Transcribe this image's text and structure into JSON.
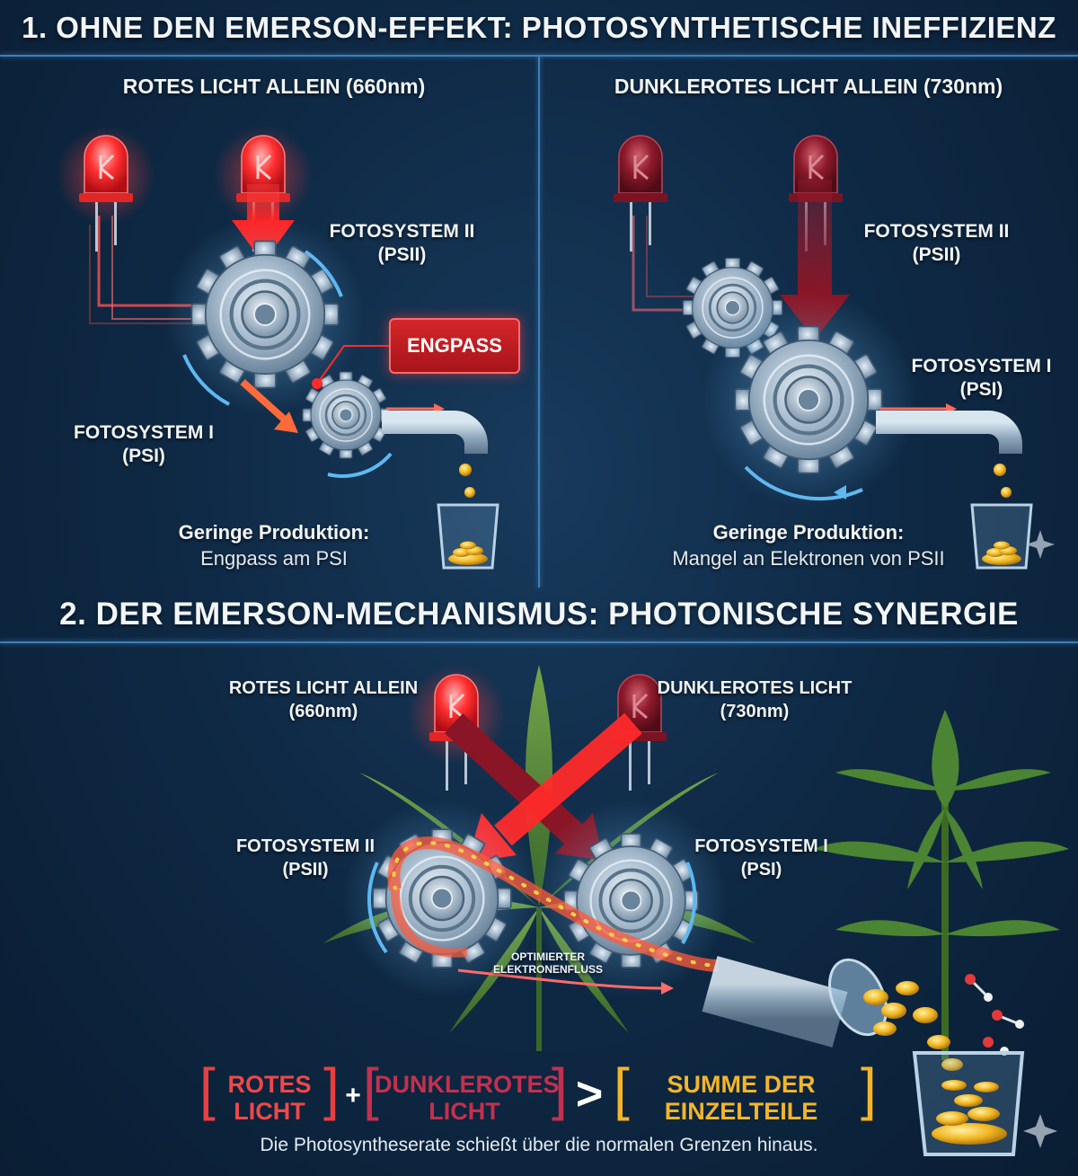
{
  "section1": {
    "title": "1. OHNE DEN EMERSON-EFFEKT: PHOTOSYNTHETISCHE INEFFIZIENZ",
    "left": {
      "title": "ROTES LICHT ALLEIN (660nm)",
      "psii_line1": "FOTOSYSTEM II",
      "psii_line2": "(PSII)",
      "psi_line1": "FOTOSYSTEM I",
      "psi_line2": "(PSI)",
      "badge": "ENGPASS",
      "caption_title": "Geringe Produktion:",
      "caption_sub": "Engpass am PSI"
    },
    "right": {
      "title": "DUNKLEROTES LICHT ALLEIN (730nm)",
      "psii_line1": "FOTOSYSTEM II",
      "psii_line2": "(PSII)",
      "psi_line1": "FOTOSYSTEM I",
      "psi_line2": "(PSI)",
      "caption_title": "Geringe Produktion:",
      "caption_sub": "Mangel an Elektronen von PSII"
    }
  },
  "section2": {
    "title": "2. DER EMERSON-MECHANISMUS: PHOTONISCHE SYNERGIE",
    "red_light_line1": "ROTES LICHT ALLEIN",
    "red_light_line2": "(660nm)",
    "farred_light_line1": "DUNKLEROTES LICHT",
    "farred_light_line2": "(730nm)",
    "psii_line1": "FOTOSYSTEM II",
    "psii_line2": "(PSII)",
    "psi_line1": "FOTOSYSTEM I",
    "psi_line2": "(PSI)",
    "flow_line1": "OPTIMIERTER",
    "flow_line2": "ELEKTRONENFLUSS",
    "equation": {
      "term1_line1": "ROTES",
      "term1_line2": "LICHT",
      "plus": "+",
      "term2_line1": "DUNKLEROTES",
      "term2_line2": "LICHT",
      "greater": ">",
      "result_line1": "SUMME DER",
      "result_line2": "EINZELTEILE"
    },
    "footer": "Die Photosyntheserate schießt über die normalen Grenzen hinaus."
  },
  "colors": {
    "red_light": "#ff3b3b",
    "farred_light": "#8e1a2c",
    "result_gold": "#f3b529",
    "gear": "#a8bccd",
    "divider": "#3d7fb8"
  }
}
